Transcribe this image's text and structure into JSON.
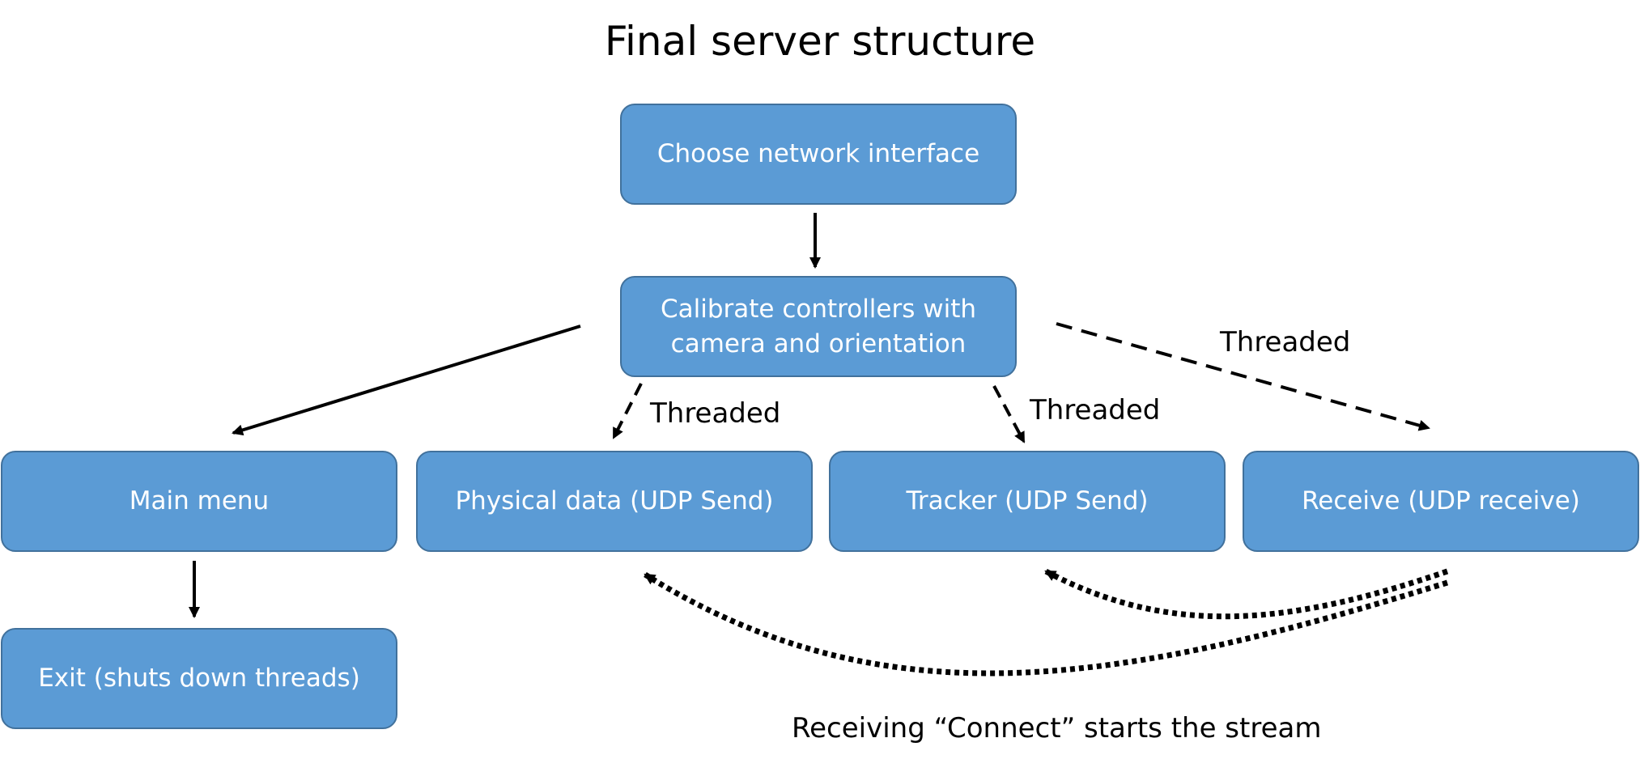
{
  "title": "Final server structure",
  "colors": {
    "box_fill": "#5b9bd5",
    "box_border": "#41719c",
    "box_text": "#ffffff",
    "arrow": "#000000"
  },
  "nodes": {
    "choose_network": "Choose network interface",
    "calibrate_line1": "Calibrate controllers with",
    "calibrate_line2": "camera and orientation",
    "main_menu": "Main menu",
    "physical_data": "Physical data (UDP Send)",
    "tracker": "Tracker (UDP Send)",
    "receive": "Receive (UDP receive)",
    "exit": "Exit (shuts down threads)"
  },
  "edge_labels": {
    "threaded_physical": "Threaded",
    "threaded_tracker": "Threaded",
    "threaded_receive": "Threaded",
    "connect_note": "Receiving “Connect” starts the stream"
  }
}
